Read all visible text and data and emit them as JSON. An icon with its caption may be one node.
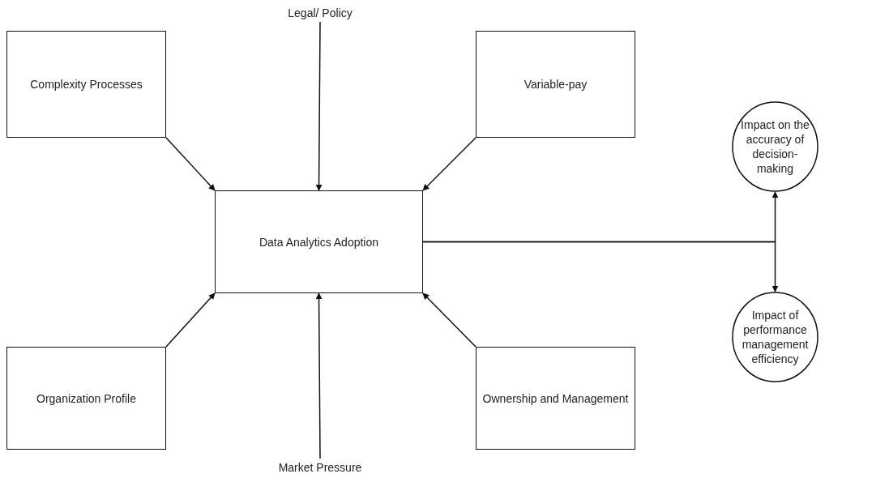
{
  "diagram": {
    "nodes": [
      {
        "text": [
          "Complexity Processes"
        ]
      },
      {
        "text": [
          "Legal/ Policy"
        ]
      },
      {
        "text": [
          "Variable-pay"
        ]
      },
      {
        "text": [
          "Data Analytics Adoption"
        ]
      },
      {
        "text": [
          "Impact on the accuracy of decision-making"
        ]
      },
      {
        "text": [
          "Organization Profile"
        ]
      },
      {
        "text": [
          "Market Pressure"
        ]
      },
      {
        "text": [
          "Ownership and Management"
        ]
      },
      {
        "text": [
          "Impact of performance management efficiency"
        ]
      }
    ],
    "edges": [
      {
        "from": 0,
        "to": 3,
        "arrow": "to"
      },
      {
        "from": 1,
        "to": 3,
        "arrow": "to"
      },
      {
        "from": 2,
        "to": 3,
        "arrow": "to"
      },
      {
        "from": 5,
        "to": 3,
        "arrow": "to"
      },
      {
        "from": 6,
        "to": 3,
        "arrow": "to"
      },
      {
        "from": 7,
        "to": 3,
        "arrow": "to"
      },
      {
        "from": 3,
        "to": 4,
        "arrow": "to"
      },
      {
        "from": 3,
        "to": 8,
        "arrow": "to"
      }
    ]
  }
}
